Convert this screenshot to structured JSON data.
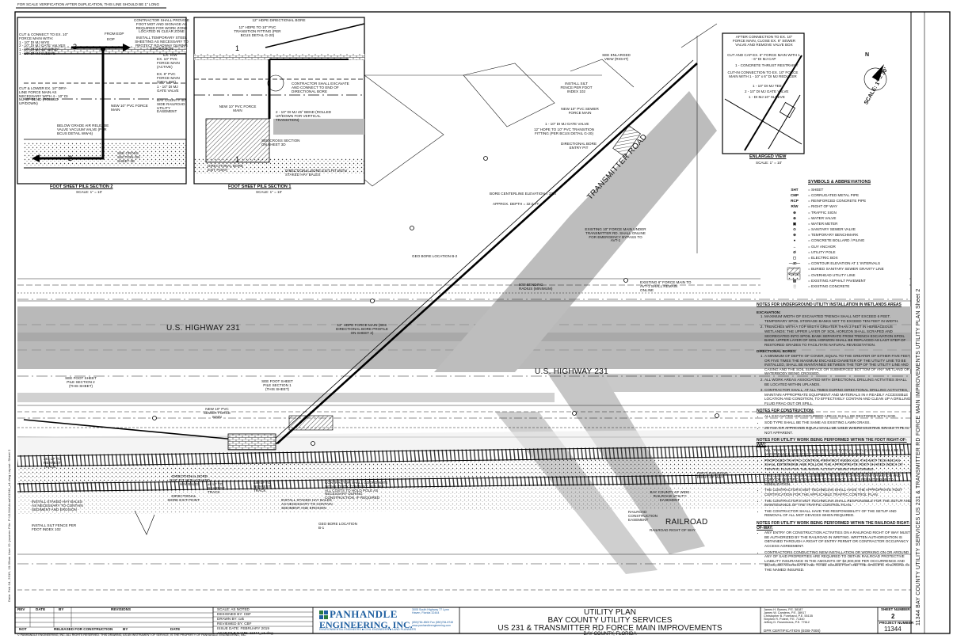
{
  "sheet": {
    "top_note": "FOR SCALE VERIFICATION AFTER DUPLICATION, THIS LINE SHOULD BE 1\" LONG",
    "side_strip": "11344  BAY COUNTY UTILITY SERVICES  US 231 & TRANSMITTER RD FORCE MAIN IMPROVEMENTS  UTILITY PLAN  Sheet 2",
    "left_strip": "Date: Feb 04, 2019, 10:39am  User ID: jwarren  File: P:\\11344\\Acad\\11344_u1.dwg  Layout: Sheet 2"
  },
  "detail_left": {
    "title": "FOOT SHEET PILE SECTION 2",
    "scale": "SCALE: 1\" = 10'",
    "callouts": [
      "CUT & CONNECT TO EX. 10\" FORCE MAIN WITH:",
      "1 - 10\" DI MJ WYE",
      "2 - 10\" DI MJ GATE VALVES",
      "1 - 10\" DI MJ 45° BEND",
      "1 - 10\" DI MJ SLEEVE",
      "CONTRACTOR SHALL PROVIDE FOOT MOT AND SIGNAGE AS REQUIRED FOR WORK ZONE LOCATED IN CLEAR ZONE",
      "INSTALL TEMPORARY STEEL SHEETING AS NECESSARY TO PROTECT ROADWAY DURING EXCAVATION",
      "EX. 10\" PVC FORCE MAIN (ACTIVE)",
      "EX. 8\" PVC FORCE MAIN (DRY-LINE)",
      "CUT & LOWER EX. 10\" DRY-LINE FORCE MAIN AS NECESSARY WITH 4 - 10\" DI MJ 45° BEND (ROLLED UP/DOWN)",
      "NEW 10\" PVC FORCE MAIN",
      "BELOW GRADE AIR RELEASE VALVE VACUUM VALVE (PER BCUS DETAIL WW-6)",
      "SEE CROSS SECTION ON SHEET 3E",
      "BAY COUNTY 40' SIDE RAILROAD UTILITY EASEMENT",
      "1 - 10\" DI MJ GATE VALVE",
      "EX. R/W",
      "EOP",
      "FROM EOP"
    ]
  },
  "detail_mid": {
    "title": "FOOT SHEET PILE SECTION 1",
    "scale": "SCALE: 1\" = 10'",
    "callouts": [
      "12\" HDPE DIRECTIONAL BORE",
      "12\" HDPE TO 10\" PVC TRANSITION FITTING (PER BCUS DETAIL G-20)",
      "CONTRACTOR SHALL EXCAVATE AND CONNECT TO END OF DIRECTIONAL BORE",
      "NEW 10\" PVC FORCE MAIN",
      "2 - 10\" DI MJ 45° BEND (ROLLED UP/DOWN FOR VERTICAL TRANSITION)",
      "SEE CROSS SECTION ON SHEET 3D",
      "DIRECTIONAL BORE EXIT POINT",
      "DIRECTIONAL BORE EXIT PIT WITH STAKED HAY BALES"
    ]
  },
  "enlarged": {
    "title": "ENLARGED VIEW",
    "scale": "SCALE: 1\" = 10'",
    "callouts": [
      "AFTER CONNECTION TO EX. 10\" FORCE MAIN, CLOSE EX. 6\" SEWER VALVE AND REMOVE VALVE BOX",
      "CUT AND CAP EX. 6\" FORCE MAIN WITH 1 - 6\" DI MJ CAP",
      "1 - CONCRETE THRUST RESTRAINT",
      "CUT-IN CONNECTION TO EX. 10\" FORCE MAIN WITH 1 - 10\" x 6\" DI MJ REDUCER",
      "1 - 10\" DI MJ TEE",
      "2 - 10\" DI MJ GATE VALVE",
      "1 - DI MJ 10\" SLEEVE"
    ],
    "north": "N",
    "scale_note": "SCALE: 1\" = 30'"
  },
  "plan": {
    "roads": [
      "U.S. HIGHWAY 231",
      "U.S. HIGHWAY 231",
      "TRANSMITTER ROAD",
      "RAILROAD"
    ],
    "callouts": [
      "SEE ENLARGED VIEW (RIGHT)",
      "INSTALL SILT FENCE PER FDOT INDEX 102",
      "NEW 10\" PVC SEWER FORCE MAIN",
      "1 - 10\" DI MJ GATE VALVE",
      "12\" HDPE TO 10\" PVC TRANSITION FITTING (PER BCUS DETAIL G-20)",
      "DIRECTIONAL BORE ENTRY PIT",
      "BORE CENTERLINE ELEVATION = 23.0",
      "APPROX. DEPTH = 32.0 FT",
      "EXISTING 10\" FORCE MAIN UNDER TRANSMITTER RD. SHALL ONLINE FOR EMERGENCY BYPASS TO AVT-1",
      "GEO BORE LOCATION B-2",
      "500' BENDING RADIUS (MINIMUM)",
      "EXISTING 6\" FORCE MAIN TO AVT-1 SHALL REMAIN ONLINE",
      "12\" HDPE FORCE MAIN (SEE DIRECTIONAL BORE PROFILE ON SHEET 3)",
      "SEE FOOT SHEET PILE SECTION 2 (THIS SHEET)",
      "SEE FOOT SHEET PILE SECTION 1 (THIS SHEET)",
      "NEW 10\" PVC SEWER FORCE MAIN",
      "FDOT/ RAILROAD RIGHT OF WAY",
      "BAY COUNTY 40' WIDE RAILROAD UTILITY EASEMENT",
      "RAILROAD CONSTRUCTION EASEMENT",
      "RAILROAD RIGHT OF WAY",
      "CONTRACTOR SHALL COORDINATE WITH UTILITY COMPANY AND PAY ALL COSTS TO HOLD POLE AS NECESSARY DURING CONSTRUCTION, IF REQUIRED",
      "INSTALL STAKED HAY BALES AS NECESSARY TO CONTAIN SEDIMENT AND EROSION",
      "GEO BORE LOCATION B-1",
      "DIRECTIONAL BORE EXIT PIT WITH STAKED HAY BALES",
      "DIRECTIONAL BORE EXIT POINT",
      "INSTALL STAKED HAY BALES AS NECESSARY TO CONTAIN SEDIMENT AND EROSION",
      "INSTALL SILT FENCE PER FDOT INDEX 102",
      "±61 LF TO NEAREST TRACK",
      "±40 LF TO NEAREST TRACK",
      "±8 LF TO NEAREST TRACK"
    ]
  },
  "legend": {
    "title": "SYMBOLS & ABBREVIATIONS",
    "items": [
      {
        "sym": "SHT",
        "label": "= SHEET"
      },
      {
        "sym": "CMP",
        "label": "= CORRUGATED METAL PIPE"
      },
      {
        "sym": "RCP",
        "label": "= REINFORCED CONCRETE PIPE"
      },
      {
        "sym": "R/W",
        "label": "= RIGHT OF WAY"
      },
      {
        "sym": "⊕",
        "label": "= TRAFFIC SIGN"
      },
      {
        "sym": "⊗",
        "label": "= WATER VALVE"
      },
      {
        "sym": "▣",
        "label": "= WATER METER"
      },
      {
        "sym": "⊙",
        "label": "= SANITARY SEWER VALVE"
      },
      {
        "sym": "⊕",
        "label": "= TEMPORARY BENCHMARK"
      },
      {
        "sym": "●",
        "label": "= CONCRETE BOLLARD / PILING"
      },
      {
        "sym": "←",
        "label": "= GUY ANCHOR"
      },
      {
        "sym": "Ø",
        "label": "= UTILITY POLE"
      },
      {
        "sym": "▢",
        "label": "= ELECTRIC BOX"
      },
      {
        "sym": "—40—",
        "label": "= CONTOUR ELEVATION AT 1' INTERVALS"
      },
      {
        "sym": "— —",
        "label": "= BURIED SANITARY SEWER GRAVITY LINE"
      },
      {
        "sym": "— —",
        "label": "= OVERHEAD UTILITY LINE"
      },
      {
        "sym": "▨",
        "label": "= EXISTING ASPHALT PAVEMENT"
      },
      {
        "sym": "░",
        "label": "= EXISTING CONCRETE"
      }
    ]
  },
  "notes": {
    "sections": [
      {
        "heading": "NOTES FOR UNDERGROUND UTILITY INSTALLATION IN WETLANDS AREAS",
        "sub": "EXCAVATION:",
        "ordered": true,
        "items": [
          "MAXIMUM WIDTH OF EXCAVATED TRENCH SHALL NOT EXCEED 6 FEET. TEMPORARY SPOIL STORAGE BANKS NOT TO EXCEED TEN FEET IN WIDTH.",
          "TRENCHES WITH A TOP WIDTH GREATER THAN 3 FEET IN HERBACEOUS WETLANDS: THE UPPER LAYER OF SOIL HORIZON SHALL SCRAPED AND SEGREGATED INTO SPOIL BANK SEPARATE FROM TRENCH EXCAVATION SPOIL BANK. UPPER LAYER OF SOIL HORIZON SHALL BE REPLACED AS LAST STEP OF RESTORED GRADES TO FACILITATE NATURAL REVEGETATION."
        ]
      },
      {
        "heading": "",
        "sub": "DIRECTIONAL BORES:",
        "ordered": true,
        "items": [
          "A MINIMUM OF DEPTH OF COVER, EQUAL TO THE GREATER OF EITHER FIVE FEET, OR FIVE TIMES THE MAXIMUM ENCASED DIAMETER OF THE UTILITY LINE TO BE INSTALLED, SHALL BE MAINTAINED BETWEEN THE TOP OF THE UTILITY LINE AND CASING AND THE SOIL SURFACE OR SUBMERGED BOTTOM OF ANY WETLAND OR WATERBODY BEING CROSSED.",
          "ALL WORK AREAS ASSOCIATED WITH DIRECTIONAL DRILLING ACTIVITIES SHALL BE LOCATED WITHIN UPLANDS.",
          "CONTRACTOR SHALL, AT ALL TIMES DURING DIRECTIONAL DRILLING ACTIVITIES, MAINTAIN APPROPRIATE EQUIPMENT AND MATERIALS IN A READILY ACCESSIBLE LOCATION AND CONDITION, TO EFFECTIVELY CONTAIN AND CLEAN UP A DRILLING FLUID FRAC-OUT OR SPILL."
        ]
      },
      {
        "heading": "NOTES FOR CONSTRUCTION:",
        "sub": "",
        "ordered": false,
        "items": [
          "ALL EXCAVATED AND DISTURBED AREAS SHALL BE RESTORED WITH SOD.",
          "SOD TYPE SHALL BE THE SAME AS EXISTING LAWN GRASS.",
          "ZOYSIA OR APPROVED EQUAL SHALL BE USED WHERE EXISTING GRASS TYPE IS NOT APPARENT."
        ]
      },
      {
        "heading": "NOTES FOR UTILITY WORK BEING PERFORMED WITHIN THE FDOT RIGHT-OF-WAY:",
        "sub": "",
        "ordered": false,
        "items": [
          "ALL TRAFFIC CONTROL STANDARDS AND TYPICAL APPLICATIONS SHALL BE IN ACCORDANCE WITH FDOT DESIGN STANDARD INDEXES.",
          "PROPOSED TRAFFIC CONTROL PER FDOT INDEX 613. THE MOT TECHNICIAN SHALL DETERMINE AND FOLLOW THE APPROPRIATE FDOT SHARED INDEX OF TRAFFIC PLAN FOR THE WORK ACTIVITY BEING PERFORMED.",
          "THE CONTRACTOR SHALL SUBMIT THE MOT TECHNICIAN INFORMATION AND COPY OF CERTIFICATION CARD TO THE FDOT UTILITY PERMIT PRIOR TO MOBILIZATION.",
          "THE CONTRACTOR'S MOT TECHNICIAN SHALL HAVE THE APPROPRIATE FDOT CERTIFICATION FOR THE APPLICABLE TRAFFIC CONTROL PLAN.",
          "THE CONTRACTOR'S MOT TECHNICIAN SHALL RESPONSIBLE FOR THE SETUP AND MAINTENANCE OF THE TRAFFIC CONTROL PLAN.",
          "THE CONTRACTOR SHALL HAVE THE RESPONSIBILITY OF THE SETUP AND REMOVAL OF ALL MOT DEVICES WHEN REQUIRED."
        ]
      },
      {
        "heading": "NOTES FOR UTILITY WORK BEING PERFORMED WITHIN THE RAILROAD RIGHT-OF-WAY:",
        "sub": "",
        "ordered": false,
        "items": [
          "ANY ENTRY OR CONSTRUCTION ACTIVITIES ON A RAILROAD RIGHT OF WAY MUST BE AUTHORIZED BY THE RAILROAD IN WRITING. WRITTEN AUTHORIZATION IS OBTAINED THROUGH A RIGHT OF ENTRY PERMIT OR CONTRACTOR OCCUPANCY ACCESS AGREEMENT.",
          "CONTRACTORS CONDUCTING NEW INSTALLATION OR WORKING ON OR AROUND ANY OF SAID PROPERTIES ARE REQUIRED TO OBTAIN RAILROAD PROTECTIVE LIABILITY INSURANCE IN THE AMOUNTS OF $2,000,000 PER OCCURRENCE AND $6,000,000 AGGREGATE AND TO BE ISSUED FOR AND THE SPECIFIC RAILROAD AS THE NAMED INSURED."
        ]
      }
    ]
  },
  "titleblock": {
    "rev_headers": [
      "REV",
      "DATE",
      "BY",
      "REVISIONS"
    ],
    "not_released": "NOT",
    "released": "RELEASED FOR CONSTRUCTION",
    "by": "BY",
    "date": "DATE",
    "info": [
      "SCALE: AS NOTED",
      "DESIGNED BY: CBF",
      "DRAWN BY: cak",
      "REVIEWED BY: CBF",
      "ISSUE DATE: FEBRUARY 2019",
      "ACAD FILE NAME: 11344_u1.dwg"
    ],
    "company_line1": "PANHANDLE",
    "company_line2": "ENGINEERING, INC.",
    "company_tag": "ENVIRONMENTAL ENGINEERS ■ CIVIL ENGINEERS ■ LAND PLANNERS",
    "company_addr": "3005 South Highway 77 Lynn Haven, Florida 32444",
    "company_phone": "(850)784-8500   Fax (850)784-8748   www.panhandleengineering.com",
    "plan_title": "UTILITY PLAN",
    "client": "BAY COUNTY UTILITY SERVICES",
    "project": "US 231 & TRANSMITTER RD FORCE MAIN IMPROVEMENTS",
    "location": "BAY COUNTY, FLORIDA",
    "engineers": [
      "James H. Barnes, P.E. 38187",
      "James W. Carstens, P.E. 38917",
      "Christopher B. Forehand, P.E. 55135",
      "Stephen R. Poteet, P.E. 71340",
      "Jeffrey D. Rosenkrans, P.E. 77612"
    ],
    "dpr": "DPR CERTIFICATION (EOB-7000)",
    "sheet_label": "SHEET NUMBER",
    "sheet_number": "2",
    "project_label": "PROJECT NUMBER",
    "project_number": "11344"
  },
  "footer": "© PANHANDLE ENGINEERING, INC. ALL RIGHTS RESERVED. THIS DRAWING, AS AN INSTRUMENT OF SERVICE, IS THE PROPERTY OF PANHANDLE ENGINEERING, INC."
}
